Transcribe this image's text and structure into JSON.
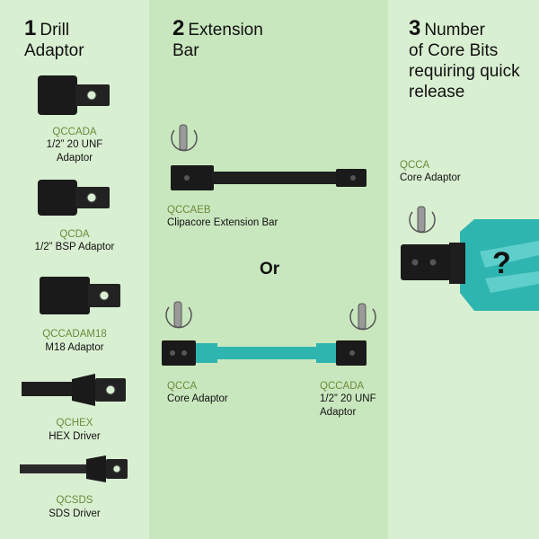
{
  "sections": [
    {
      "number": "1",
      "title_line1": "Drill",
      "title_line2": "Adaptor"
    },
    {
      "number": "2",
      "title_line1": "Extension",
      "title_line2": "Bar"
    },
    {
      "number": "3",
      "title_line1": "Number",
      "title_line2": "of Core Bits",
      "title_line3": "requiring quick",
      "title_line4": "release"
    }
  ],
  "drill_adaptors": [
    {
      "code": "QCCADA",
      "desc_line1": "1/2” 20 UNF",
      "desc_line2": "Adaptor"
    },
    {
      "code": "QCDA",
      "desc_line1": "1/2” BSP Adaptor"
    },
    {
      "code": "QCCADAM18",
      "desc_line1": "M18 Adaptor"
    },
    {
      "code": "QCHEX",
      "desc_line1": "HEX Driver"
    },
    {
      "code": "QCSDS",
      "desc_line1": "SDS Driver"
    }
  ],
  "extension": {
    "bar_code": "QCCAEB",
    "bar_desc": "Clipacore Extension Bar",
    "or_label": "Or",
    "left_code": "QCCA",
    "left_desc": "Core Adaptor",
    "right_code": "QCCADA",
    "right_desc_line1": "1/2” 20 UNF",
    "right_desc_line2": "Adaptor"
  },
  "core": {
    "code": "QCCA",
    "desc": "Core Adaptor",
    "unknown": "?"
  },
  "colors": {
    "panel_light": "#d9efd1",
    "panel_mid": "#c9e7be",
    "code_green": "#6e8a3c",
    "teal": "#2fb5b0",
    "black_part": "#1a1a1a"
  }
}
